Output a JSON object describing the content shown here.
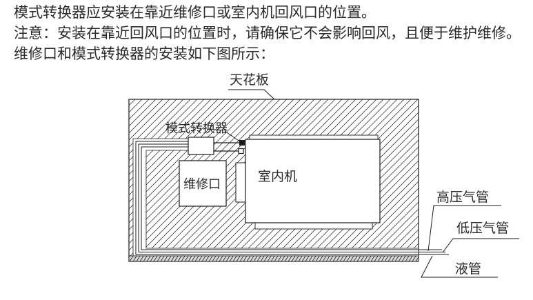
{
  "paragraphs": {
    "line1": "模式转换器应安装在靠近维修口或室内机回风口的位置。",
    "line2": "注意：安装在靠近回风口的位置时，请确保它不会影响回风，且便于维护维修。",
    "line3": "维修口和模式转换器的安装如下图所示："
  },
  "diagram": {
    "labels": {
      "ceiling": "天花板",
      "mode_converter": "模式转换器",
      "service_port": "维修口",
      "indoor_unit": "室内机",
      "high_pressure_gas_pipe": "高压气管",
      "low_pressure_gas_pipe": "低压气管",
      "liquid_pipe": "液管"
    },
    "colors": {
      "line": "#1a1a1a",
      "text": "#2a2a2a",
      "band_fill": "#d8d8d8",
      "background": "#ffffff"
    }
  }
}
